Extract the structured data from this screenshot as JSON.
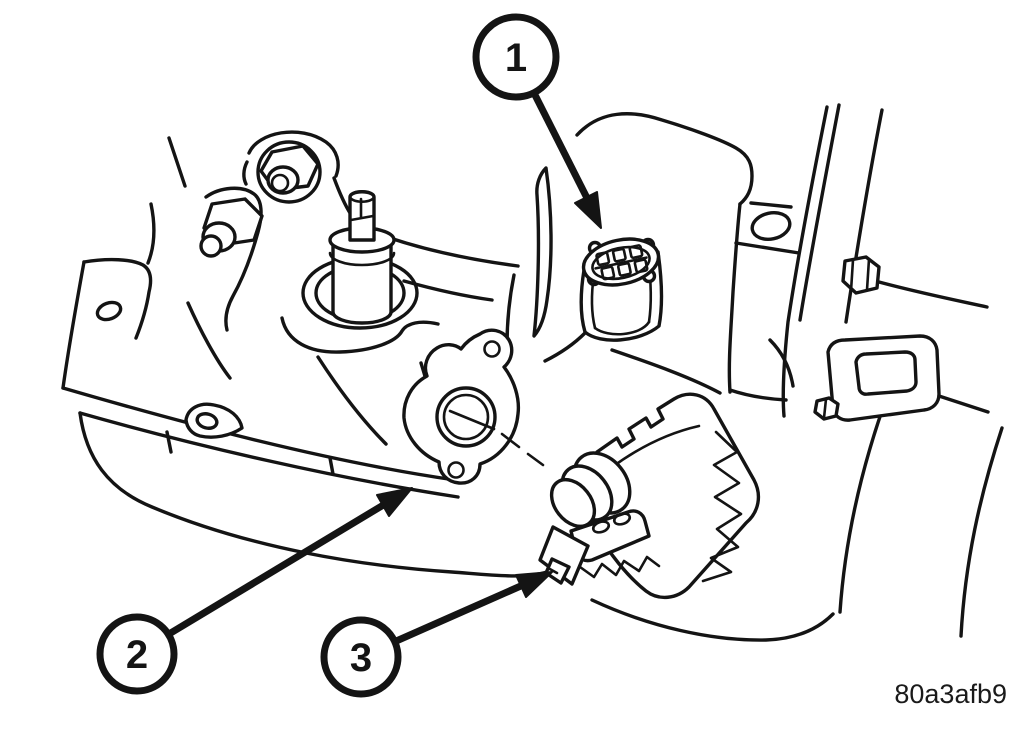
{
  "figure": {
    "code": "80a3afb9",
    "callouts": [
      {
        "label": "1"
      },
      {
        "label": "2"
      },
      {
        "label": "3"
      }
    ]
  },
  "colors": {
    "line": "#141414",
    "background": "#ffffff"
  }
}
